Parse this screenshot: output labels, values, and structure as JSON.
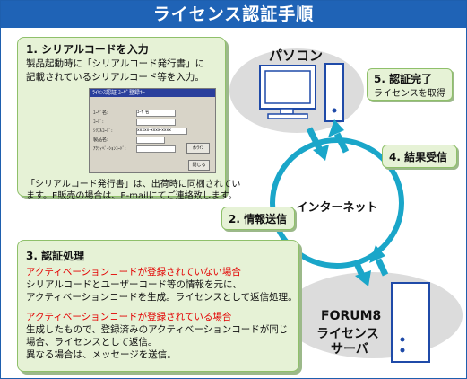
{
  "title": "ライセンス認証手順",
  "step1": {
    "heading": "1. シリアルコードを入力",
    "line1": "製品起動時に「シリアルコード発行書」に",
    "line2": "記載されているシリアルコード等を入力。",
    "note1": "「シリアルコード発行書」は、出荷時に同梱されてい",
    "note2": "ます。E販売の場合は、E-mailにてご連絡致します。",
    "dialog": {
      "title": "ﾗｲｾﾝｽ認証 ﾕｰｻﾞ登録ｷｰ",
      "fields": [
        {
          "label": "ﾕｰｻﾞ名:",
          "value": "ﾕｰｻﾞ名"
        },
        {
          "label": "ｺｰﾄﾞ:",
          "value": ""
        },
        {
          "label": "ｼﾘｱﾙｺｰﾄﾞ:",
          "value": "xxxxx-xxxx-xxxx"
        },
        {
          "label": "製品名:",
          "value": ""
        },
        {
          "label": "ｱｸﾃｨﾍﾞｰｼｮﾝｺｰﾄﾞ:",
          "value": ""
        }
      ],
      "ok_label": "ｵﾝﾗｲﾝ",
      "close_label": "閉じる"
    }
  },
  "step2": {
    "label": "2. 情報送信"
  },
  "step3": {
    "heading": "3. 認証処理",
    "case1_title": "アクティベーションコードが登録されていない場合",
    "case1_line1": "シリアルコードとユーザーコード等の情報を元に、",
    "case1_line2": "アクティベーションコードを生成。ライセンスとして返信処理。",
    "case2_title": "アクティベーションコードが登録されている場合",
    "case2_line1": "生成したもので、登録済みのアクティベーションコードが同じ",
    "case2_line2": "場合、ライセンスとして返信。",
    "case2_line3": "異なる場合は、メッセージを送信。"
  },
  "step4": {
    "label": "4. 結果受信"
  },
  "step5": {
    "heading": "5. 認証完了",
    "line1": "ライセンスを取得"
  },
  "pc_label": "パソコン",
  "internet_label": "インターネット",
  "server": {
    "line1": "FORUM8",
    "line2": "ライセンス",
    "line3": "サーバ"
  },
  "colors": {
    "title_bar": "#1f63b6",
    "box_fill": "#e6f2d6",
    "arrow": "#1aa6c9",
    "accent_red": "#e30000"
  }
}
